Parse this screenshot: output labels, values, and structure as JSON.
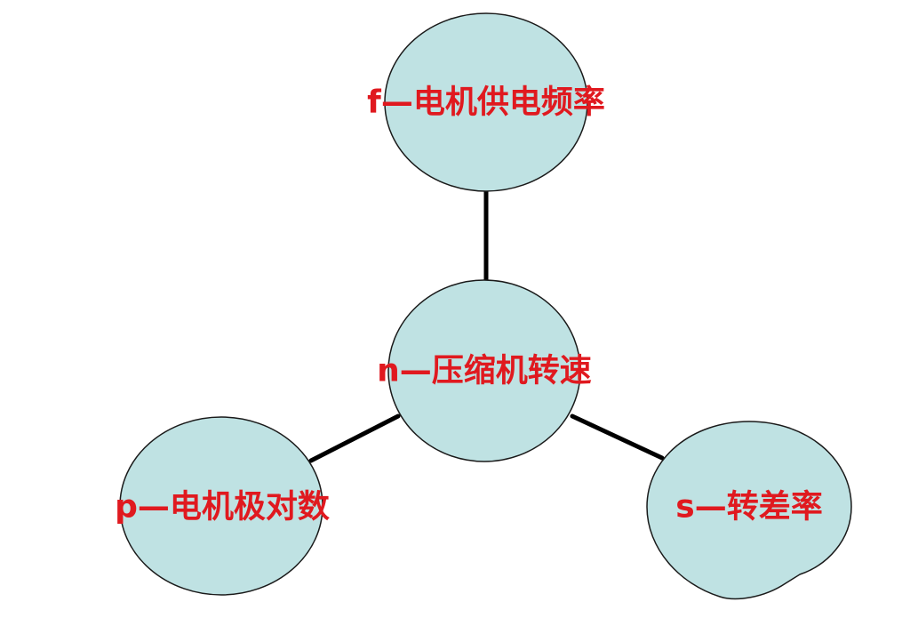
{
  "diagram": {
    "nodes": [
      {
        "id": "top",
        "label": "f—电机供电频率"
      },
      {
        "id": "center",
        "label": "n—压缩机转速"
      },
      {
        "id": "left",
        "label": "p—电机极对数"
      },
      {
        "id": "right",
        "label": "s—转差率"
      }
    ],
    "edges": [
      {
        "from": "center",
        "to": "top"
      },
      {
        "from": "center",
        "to": "left"
      },
      {
        "from": "center",
        "to": "right"
      }
    ]
  },
  "colors": {
    "node_fill": "#bfe2e3",
    "node_stroke": "#1a1a1a",
    "edge": "#000000",
    "label": "#e0191f",
    "background": "#ffffff"
  }
}
